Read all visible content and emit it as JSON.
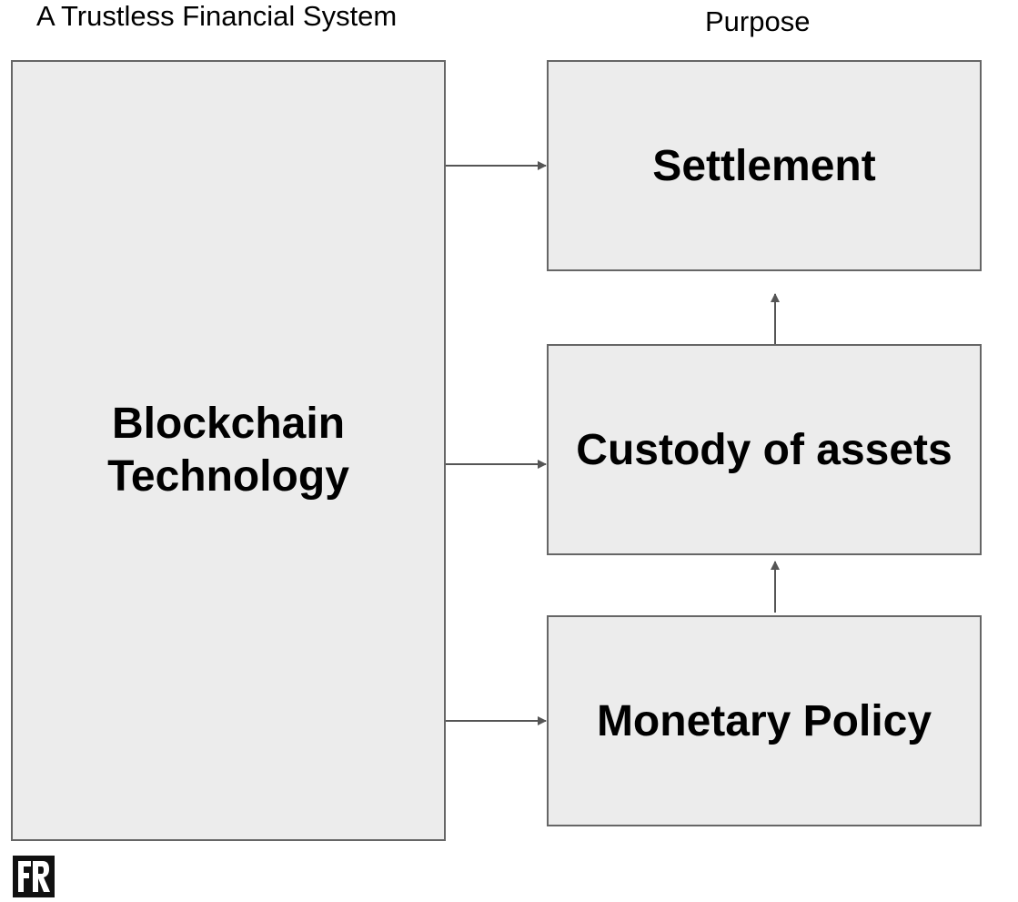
{
  "headings": {
    "left": "A Trustless Financial System",
    "right": "Purpose"
  },
  "nodes": {
    "main": {
      "line1": "Blockchain",
      "line2": "Technology"
    },
    "settlement": "Settlement",
    "custody": "Custody of assets",
    "monetary": "Monetary Policy"
  },
  "edges": [
    {
      "from": "main",
      "to": "settlement"
    },
    {
      "from": "main",
      "to": "custody"
    },
    {
      "from": "main",
      "to": "monetary"
    },
    {
      "from": "custody",
      "to": "settlement"
    },
    {
      "from": "monetary",
      "to": "custody"
    }
  ],
  "colors": {
    "box_fill": "#ececec",
    "box_border": "#666666",
    "arrow": "#555555",
    "text": "#000000"
  },
  "logo": {
    "icon": "fr-logo-icon",
    "text": "FR"
  }
}
